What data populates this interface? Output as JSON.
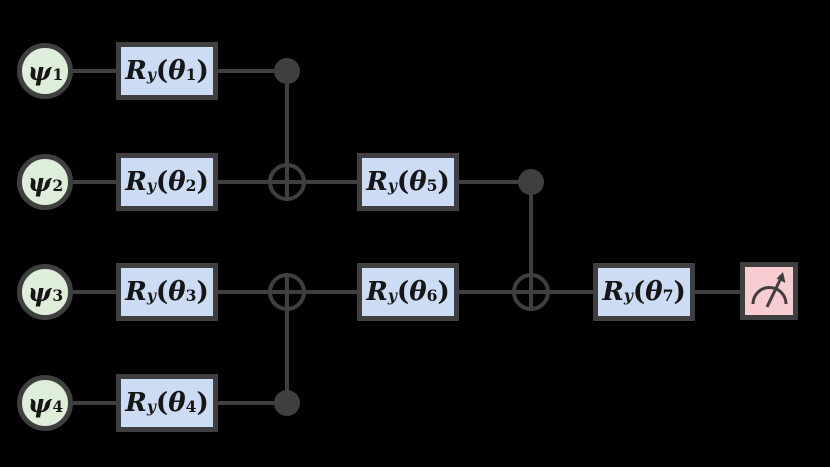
{
  "diagram_type": "quantum-circuit",
  "qubits": [
    {
      "symbol": "ψ",
      "sub": "1"
    },
    {
      "symbol": "ψ",
      "sub": "2"
    },
    {
      "symbol": "ψ",
      "sub": "3"
    },
    {
      "symbol": "ψ",
      "sub": "4"
    }
  ],
  "gates": [
    {
      "base": "R",
      "base_sub": "y",
      "param": "θ",
      "param_sub": "1"
    },
    {
      "base": "R",
      "base_sub": "y",
      "param": "θ",
      "param_sub": "2"
    },
    {
      "base": "R",
      "base_sub": "y",
      "param": "θ",
      "param_sub": "3"
    },
    {
      "base": "R",
      "base_sub": "y",
      "param": "θ",
      "param_sub": "4"
    },
    {
      "base": "R",
      "base_sub": "y",
      "param": "θ",
      "param_sub": "5"
    },
    {
      "base": "R",
      "base_sub": "y",
      "param": "θ",
      "param_sub": "6"
    },
    {
      "base": "R",
      "base_sub": "y",
      "param": "θ",
      "param_sub": "7"
    }
  ],
  "notation": {
    "lparen": "(",
    "rparen": ")"
  },
  "cnots": [
    {
      "control_qubit": "ψ1",
      "target_qubit": "ψ2"
    },
    {
      "control_qubit": "ψ4",
      "target_qubit": "ψ3"
    },
    {
      "control_qubit": "ψ2",
      "target_qubit": "ψ3"
    }
  ],
  "measurement": {
    "on_qubit": "ψ3",
    "icon": "meter-icon"
  },
  "colors": {
    "background": "#000000",
    "wire": "#3f3f3f",
    "gate_fill": "#ccdcf5",
    "qubit_fill": "#dfeeda",
    "measure_fill": "#f7cdd2",
    "stroke": "#3f3f3f",
    "text": "#161616"
  }
}
